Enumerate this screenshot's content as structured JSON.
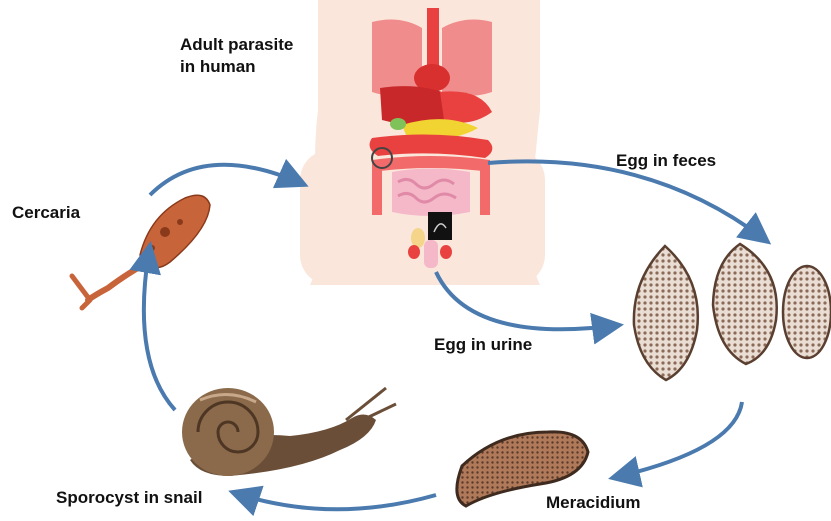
{
  "title_lines": [
    "Adult parasite",
    "in human"
  ],
  "labels": {
    "egg_feces": "Egg in feces",
    "egg_urine": "Egg in urine",
    "meracidium": "Meracidium",
    "sporocyst": "Sporocyst in snail",
    "cercaria": "Cercaria"
  },
  "colors": {
    "arrow": "#4a7aae",
    "body_skin": "#fbe6dc",
    "organ_red": "#e8413f",
    "lung_pink": "#f08c8c",
    "intestine": "#f4b8c8",
    "egg_brown": "#8a6a55",
    "cercaria": "#c8643a",
    "snail_shell": "#8a6a4a",
    "snail_body": "#6a4e38"
  },
  "icons": [
    "human-body-icon",
    "egg-icon",
    "meracidium-icon",
    "snail-icon",
    "cercaria-icon"
  ]
}
